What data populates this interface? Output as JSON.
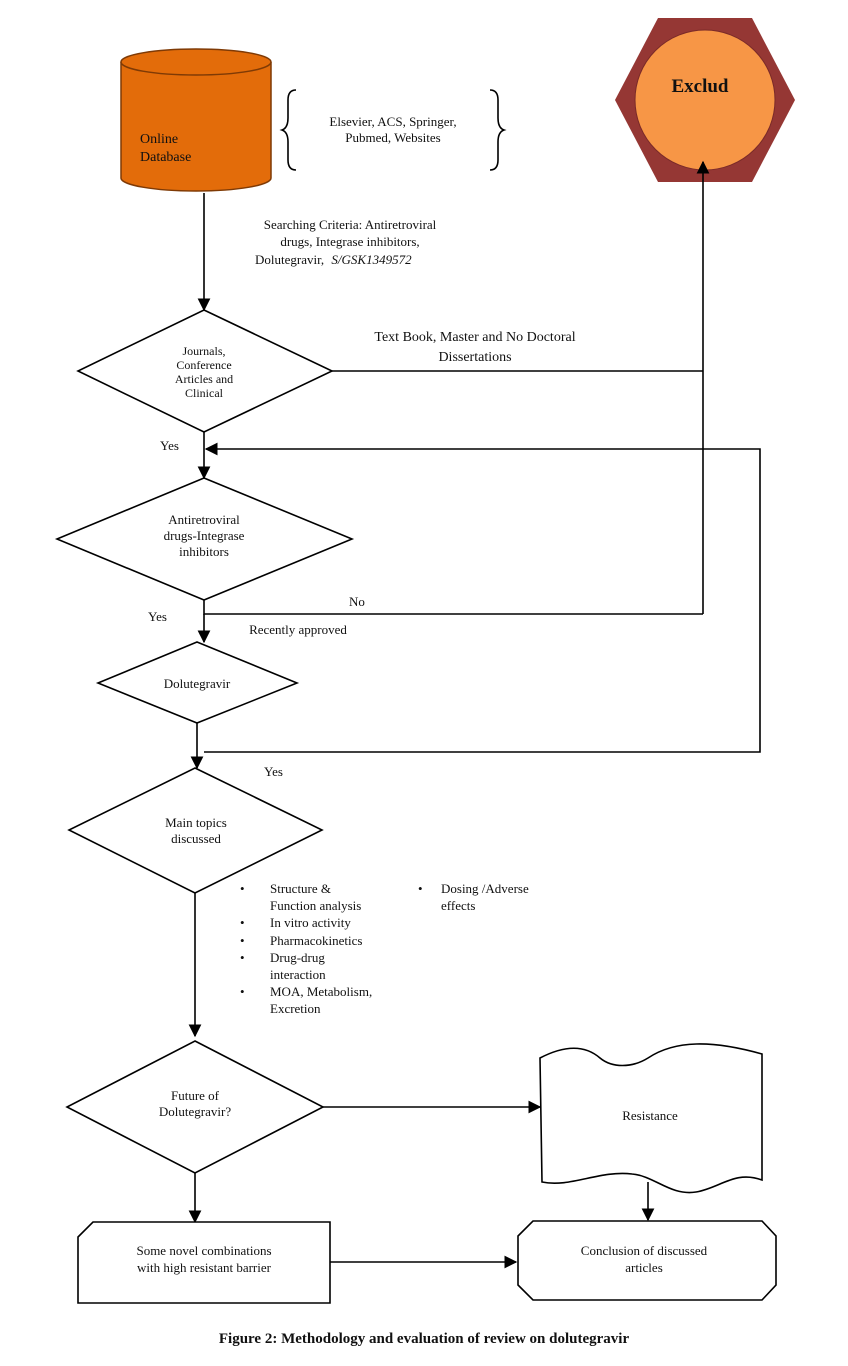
{
  "database": {
    "line1": "Online",
    "line2": "Database"
  },
  "sources": {
    "line1": "Elsevier, ACS, Springer,",
    "line2": "Pubmed, Websites"
  },
  "exclude": {
    "label": "Exclud"
  },
  "criteria": {
    "line1": "Searching Criteria: Antiretroviral",
    "line2": "drugs, Integrase inhibitors,",
    "line3_plain": "Dolutegravir,",
    "line3_italic": "S/GSK1349572"
  },
  "decision1": {
    "line1": "Journals,",
    "line2": "Conference",
    "line3": "Articles and",
    "line4": "Clinical"
  },
  "exclusion_note": {
    "line1": "Text Book,  Master  and  No Doctoral",
    "line2": "Dissertations"
  },
  "decision2": {
    "line1": "Antiretroviral",
    "line2": "drugs-Integrase",
    "line3": "inhibitors"
  },
  "decision3": {
    "line1": "Dolutegravir"
  },
  "decision4": {
    "line1": "Main topics",
    "line2": "discussed"
  },
  "decision5": {
    "line1": "Future of",
    "line2": "Dolutegravir?"
  },
  "edge_labels": {
    "yes1": "Yes",
    "yes2": "Yes",
    "no": "No",
    "recently_approved": "Recently approved",
    "yes3": "Yes"
  },
  "topics": {
    "bullet": "•",
    "item1_line1": "Structure &",
    "item1_line2": "Function analysis",
    "item2": "In vitro activity",
    "item3": "Pharmacokinetics",
    "item4_line1": "Drug-drug",
    "item4_line2": "interaction",
    "item5_line1": "MOA, Metabolism,",
    "item5_line2": "Excretion",
    "item6_line1": "Dosing /Adverse",
    "item6_line2": "effects"
  },
  "resistance": {
    "label": "Resistance"
  },
  "combinations": {
    "line1": "Some novel combinations",
    "line2": "with high resistant barrier"
  },
  "conclusion": {
    "line1": "Conclusion of discussed",
    "line2": "articles"
  },
  "caption": "Figure 2: Methodology and evaluation of review on dolutegravir",
  "colors": {
    "database_fill": "#e36c0a",
    "hexagon_outer": "#953734",
    "hexagon_inner": "#f79646"
  }
}
